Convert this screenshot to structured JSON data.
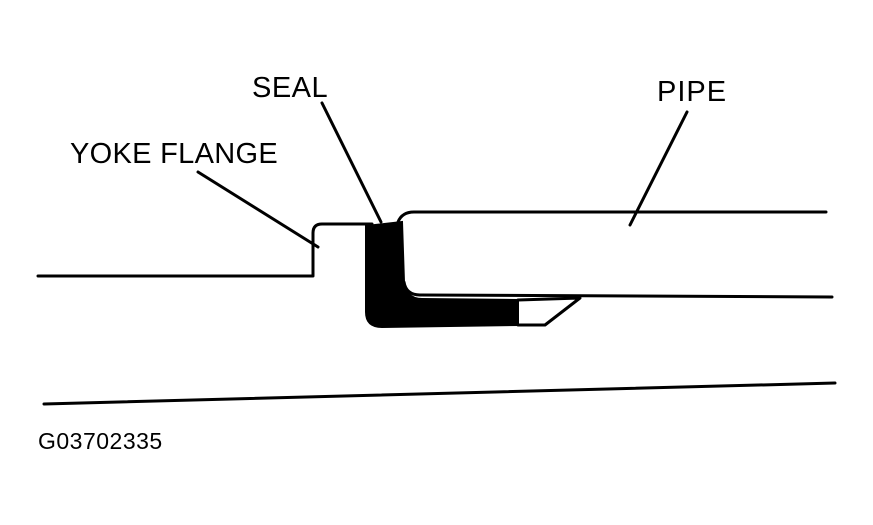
{
  "labels": {
    "seal": "SEAL",
    "pipe": "PIPE",
    "yoke_flange": "YOKE FLANGE",
    "figure_id": "G03702335"
  },
  "colors": {
    "line": "#000000",
    "seal_fill": "#000000",
    "background": "#ffffff"
  }
}
